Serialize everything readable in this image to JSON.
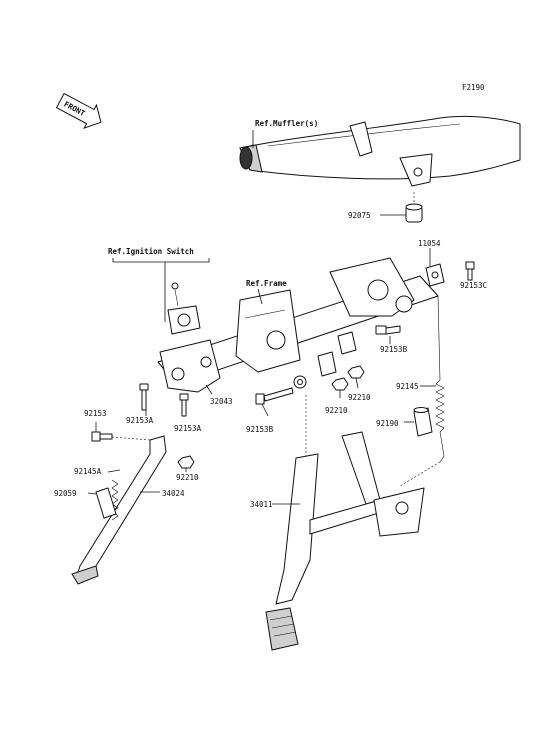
{
  "diagram_code": "F2190",
  "front_label": "FRONT",
  "refs": {
    "muffler": "Ref.Muffler(s)",
    "ignition": "Ref.Ignition Switch",
    "frame": "Ref.Frame"
  },
  "parts": {
    "p92075": "92075",
    "p11054": "11054",
    "p92153c": "92153C",
    "p92153b_top": "92153B",
    "p92210_a": "92210",
    "p92210_b": "92210",
    "p92145": "92145",
    "p92190": "92190",
    "p32043": "32043",
    "p92153a_1": "92153A",
    "p92153a_2": "92153A",
    "p92153b_bot": "92153B",
    "p92153": "92153",
    "p92145a": "92145A",
    "p92210_c": "92210",
    "p92059": "92059",
    "p34024": "34024",
    "p34011": "34011"
  }
}
